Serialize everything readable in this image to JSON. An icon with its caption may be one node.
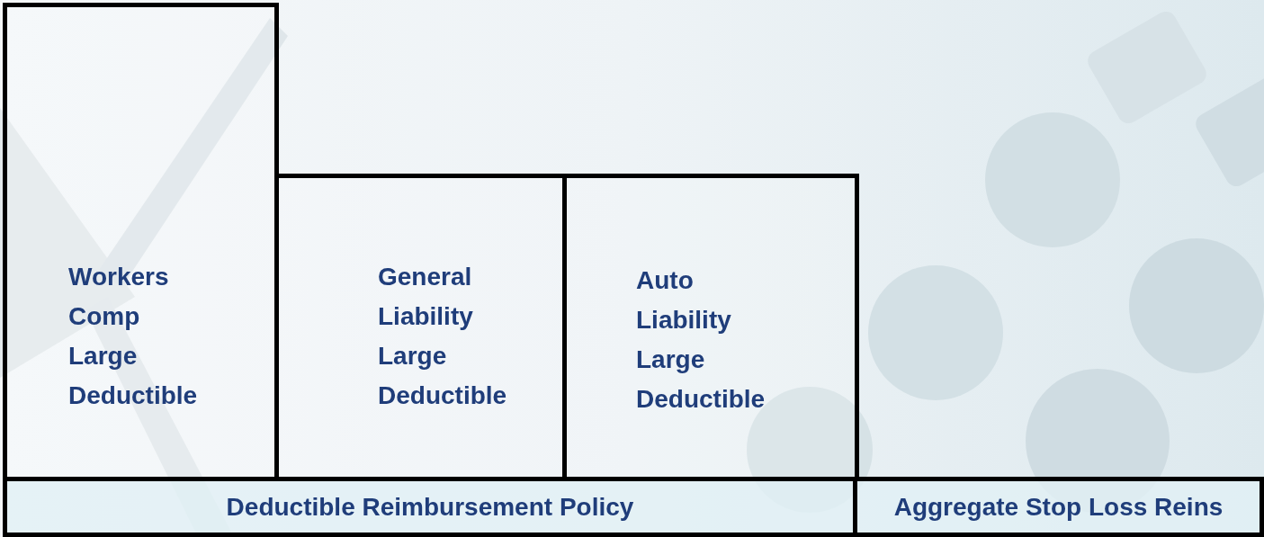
{
  "diagram": {
    "nodes": [
      {
        "text": [
          "Workers Comp Large Deductible"
        ]
      },
      {
        "text": [
          "General Liability Large Deductible"
        ]
      },
      {
        "text": [
          "Auto Liability Large Deductible"
        ]
      },
      {
        "text": [
          "Deductible Reimbursement Policy"
        ]
      },
      {
        "text": [
          "Aggregate Stop Loss Reins"
        ]
      }
    ]
  }
}
